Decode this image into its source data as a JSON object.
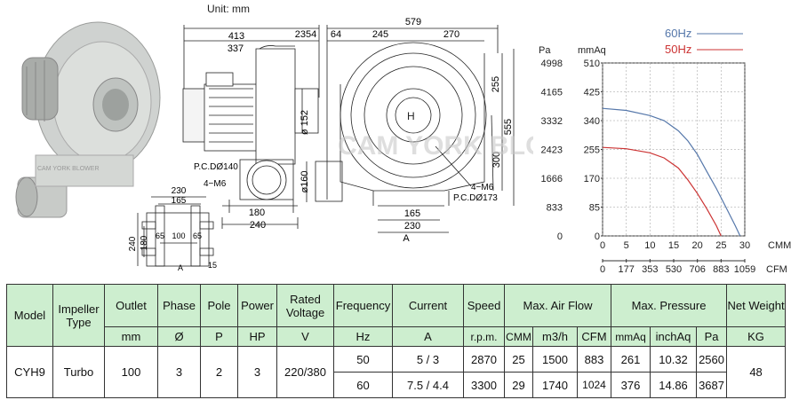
{
  "drawing": {
    "unit_label": "Unit: mm",
    "dims": {
      "d413": "413",
      "d337": "337",
      "d2354": "2354",
      "d152": "ø 152",
      "pcd140": "P.C.DØ140",
      "m6_left": "4−M6",
      "d180": "180",
      "d240": "240",
      "d160": "ø160",
      "d64": "64",
      "d579": "579",
      "d245": "245",
      "d270": "270",
      "d255": "255",
      "d555": "555",
      "d300": "300",
      "m6_right": "4−M6",
      "pcd173": "P.C.DØ173",
      "d165": "165",
      "d230": "230",
      "a_right": "A",
      "s230": "230",
      "s165": "165",
      "s240": "240",
      "s180": "180",
      "s65a": "65",
      "s100": "100",
      "s65b": "65",
      "s15": "15",
      "a_small": "A"
    },
    "watermark": "CAM YORK BLOWER",
    "watermark_small": "CAM YORK BLOWER"
  },
  "chart_data": {
    "type": "line",
    "left_axis_label": "Pa",
    "right_axis_label": "mmAq",
    "pa_ticks": [
      "4998",
      "4165",
      "3332",
      "2423",
      "1666",
      "833",
      "0"
    ],
    "mmaq_ticks": [
      "510",
      "425",
      "340",
      "255",
      "170",
      "85",
      "0"
    ],
    "x_label_cmm": "CMM",
    "x_label_cfm": "CFM",
    "x_ticks_cmm": [
      "0",
      "5",
      "10",
      "15",
      "20",
      "25",
      "30"
    ],
    "x_ticks_cfm": [
      "0",
      "177",
      "353",
      "530",
      "706",
      "883",
      "1059"
    ],
    "ylim": [
      0,
      510
    ],
    "xlim": [
      0,
      30
    ],
    "series": [
      {
        "name": "60Hz",
        "color": "#5577aa",
        "x": [
          0,
          5,
          10,
          13,
          16,
          18,
          20,
          22,
          24,
          26,
          28,
          29
        ],
        "y": [
          376,
          370,
          355,
          340,
          310,
          280,
          240,
          190,
          140,
          85,
          30,
          0
        ]
      },
      {
        "name": "50Hz",
        "color": "#cc3333",
        "x": [
          0,
          5,
          10,
          13,
          16,
          18,
          20,
          22,
          24,
          25
        ],
        "y": [
          261,
          257,
          245,
          230,
          200,
          165,
          125,
          80,
          30,
          0
        ]
      }
    ]
  },
  "table": {
    "headers": {
      "model": "Model",
      "impeller": "Impeller Type",
      "outlet": "Outlet",
      "phase": "Phase",
      "pole": "Pole",
      "power": "Power",
      "voltage": "Rated Voltage",
      "frequency": "Frequency",
      "current": "Current",
      "speed": "Speed",
      "airflow": "Max. Air Flow",
      "pressure": "Max. Pressure",
      "weight": "Net Weight"
    },
    "units": {
      "outlet": "mm",
      "phase": "Ø",
      "pole": "P",
      "power": "HP",
      "voltage": "V",
      "frequency": "Hz",
      "current": "A",
      "speed": "r.p.m.",
      "cmm": "CMM",
      "m3h": "m3/h",
      "cfm": "CFM",
      "mmaq": "mmAq",
      "inchaq": "inchAq",
      "pa": "Pa",
      "weight": "KG"
    },
    "product": {
      "model": "CYH9",
      "impeller": "Turbo",
      "outlet": "100",
      "phase": "3",
      "pole": "2",
      "power": "3",
      "voltage": "220/380",
      "weight": "48"
    },
    "rows": [
      {
        "freq": "50",
        "current": "5 / 3",
        "speed": "2870",
        "cmm": "25",
        "m3h": "1500",
        "cfm": "883",
        "mmaq": "261",
        "inchaq": "10.32",
        "pa": "2560"
      },
      {
        "freq": "60",
        "current": "7.5 / 4.4",
        "speed": "3300",
        "cmm": "29",
        "m3h": "1740",
        "cfm": "1024",
        "mmaq": "376",
        "inchaq": "14.86",
        "pa": "3687"
      }
    ]
  }
}
